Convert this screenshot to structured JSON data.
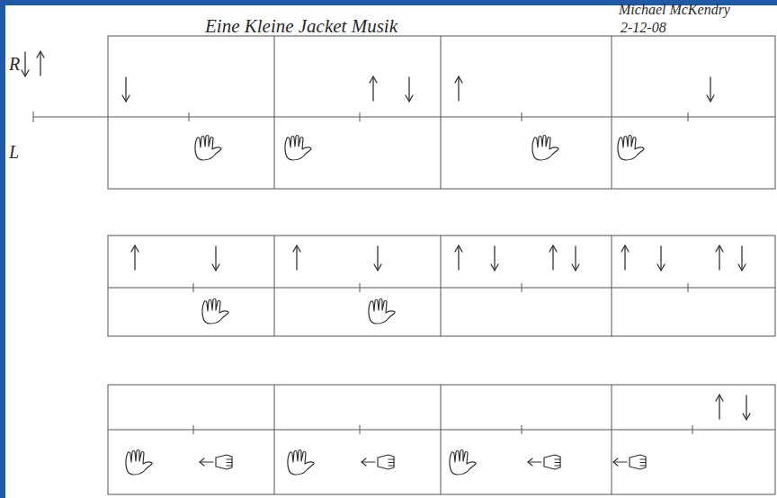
{
  "diagram": {
    "title": "Eine Kleine Jacket Musik",
    "labels": [
      "Michael McKendry",
      "2-12-08",
      "R",
      "L"
    ]
  }
}
